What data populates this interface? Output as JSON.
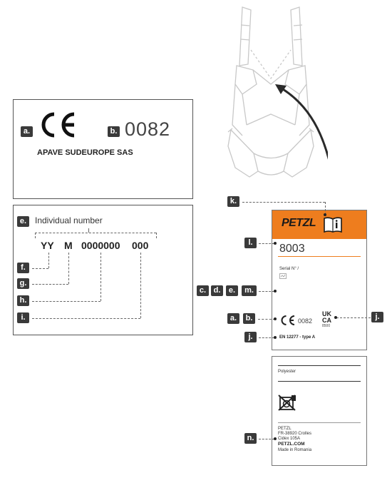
{
  "box1": {
    "badge_a": "a.",
    "badge_b": "b.",
    "ce_mark": "CE",
    "notified_body_number": "0082",
    "notified_body_name": "APAVE SUDEUROPE SAS"
  },
  "box2": {
    "badge_e": "e.",
    "title": "Individual number",
    "code_yy": "YY",
    "code_m": "M",
    "code_serial": "0000000",
    "code_suffix": "000",
    "badges": [
      "f.",
      "g.",
      "h.",
      "i."
    ]
  },
  "callouts": {
    "k": "k.",
    "l": "l.",
    "c": "c.",
    "d": "d.",
    "e": "e.",
    "m": "m.",
    "a": "a.",
    "b": "b.",
    "j1": "j.",
    "j2": "j.",
    "n": "n."
  },
  "label_front": {
    "brand": "PETZL",
    "model": "8003",
    "serial_label": "Serial N° /",
    "ce": "CE",
    "nb_number": "0082",
    "ukca_top": "UK",
    "ukca_bottom": "CA",
    "ukca_number": "8500",
    "standard": "EN 12277 - type A"
  },
  "label_back": {
    "material": "Polyester",
    "maker": "PETZL",
    "addr1": "FR-38920 Crolles",
    "addr2": "Cidex 105A",
    "website": "PETZL.COM",
    "origin": "Made in Romania"
  },
  "colors": {
    "label_header": "#ee7d1e",
    "badge": "#3a3a3a",
    "harness": "#cfcfcf"
  }
}
